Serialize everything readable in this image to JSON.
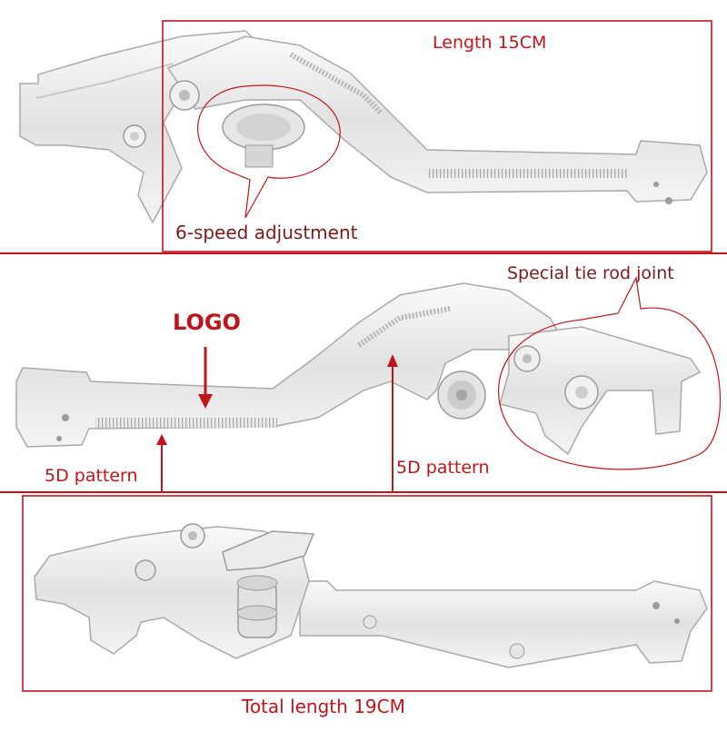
{
  "colors": {
    "accent_red": "#c0141c",
    "label_dark_red": "#7a1a1a",
    "lever_silver": "#e4e4e4",
    "lever_outline": "#a9a9a9",
    "background": "#ffffff"
  },
  "section_top": {
    "length_label": "Length 15CM",
    "callout_label": "6-speed adjustment"
  },
  "section_middle": {
    "logo_label": "LOGO",
    "callout_label": "Special tie rod joint",
    "pattern_left_label": "5D pattern",
    "pattern_right_label": "5D pattern"
  },
  "section_bottom": {
    "total_length_label": "Total length 19CM"
  }
}
